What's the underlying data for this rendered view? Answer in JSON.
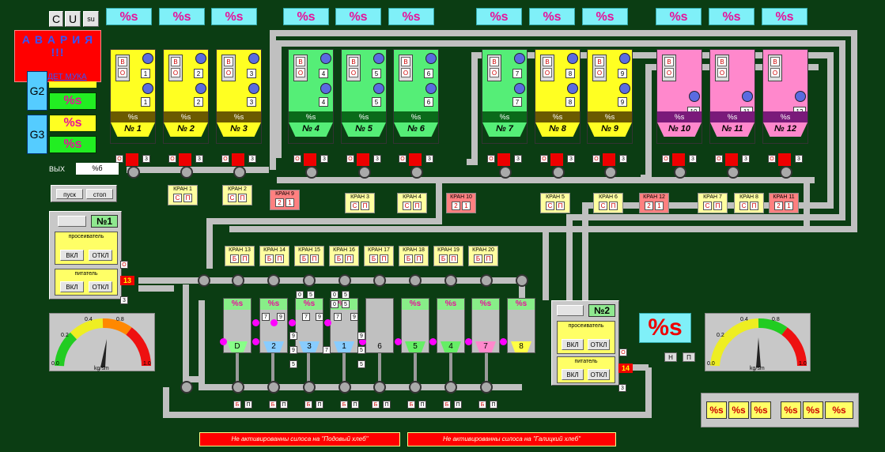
{
  "header": {
    "c_label": "C",
    "u_label": "U",
    "su_label": "su"
  },
  "pct_label": "%s",
  "alarm": {
    "title": "А В А Р И Я !!!",
    "message": "НЕ ИДЕТ МУКА"
  },
  "groups": {
    "g2": "G2",
    "g3": "G3"
  },
  "exit": {
    "label": "ВЫХ",
    "value": "%б"
  },
  "start_stop": {
    "start": "пуск",
    "stop": "стоп"
  },
  "silos": [
    {
      "label": "№ 1",
      "pct": "%s",
      "nums": [
        "1",
        "1"
      ],
      "color": "yellow"
    },
    {
      "label": "№ 2",
      "pct": "%s",
      "nums": [
        "2",
        "2"
      ],
      "color": "yellow"
    },
    {
      "label": "№ 3",
      "pct": "%s",
      "nums": [
        "3",
        "3"
      ],
      "color": "yellow"
    },
    {
      "label": "№ 4",
      "pct": "%s",
      "nums": [
        "4",
        "4"
      ],
      "color": "green"
    },
    {
      "label": "№ 5",
      "pct": "%s",
      "nums": [
        "5",
        "5"
      ],
      "color": "green"
    },
    {
      "label": "№ 6",
      "pct": "%s",
      "nums": [
        "6",
        "6"
      ],
      "color": "green"
    },
    {
      "label": "№ 7",
      "pct": "%s",
      "nums": [
        "7",
        "7"
      ],
      "color": "green"
    },
    {
      "label": "№ 8",
      "pct": "%s",
      "nums": [
        "8",
        "8"
      ],
      "color": "yellow"
    },
    {
      "label": "№ 9",
      "pct": "%s",
      "nums": [
        "9",
        "9"
      ],
      "color": "yellow"
    },
    {
      "label": "№ 10",
      "pct": "%s",
      "nums": [
        "10"
      ],
      "color": "pink"
    },
    {
      "label": "№ 11",
      "pct": "%s",
      "nums": [
        "11"
      ],
      "color": "pink"
    },
    {
      "label": "№ 12",
      "pct": "%s",
      "nums": [
        "12"
      ],
      "color": "pink"
    }
  ],
  "switch": {
    "b": "В",
    "o": "О"
  },
  "krans_top": [
    {
      "label": "КРАН 1",
      "b1": "С",
      "b2": "П"
    },
    {
      "label": "КРАН 2",
      "b1": "С",
      "b2": "П"
    },
    {
      "label": "КРАН 9",
      "b1": "2",
      "b2": "1"
    },
    {
      "label": "КРАН 3",
      "b1": "С",
      "b2": "П"
    },
    {
      "label": "КРАН 4",
      "b1": "С",
      "b2": "П"
    },
    {
      "label": "КРАН 10",
      "b1": "2",
      "b2": "1"
    },
    {
      "label": "КРАН 5",
      "b1": "С",
      "b2": "П"
    },
    {
      "label": "КРАН 6",
      "b1": "С",
      "b2": "П"
    },
    {
      "label": "КРАН 12",
      "b1": "2",
      "b2": "1"
    },
    {
      "label": "КРАН 7",
      "b1": "С",
      "b2": "П"
    },
    {
      "label": "КРАН 8",
      "b1": "С",
      "b2": "П"
    },
    {
      "label": "КРАН 11",
      "b1": "2",
      "b2": "1"
    }
  ],
  "krans_mid": [
    "КРАН 13",
    "КРАН 14",
    "КРАН 15",
    "КРАН 16",
    "КРАН 17",
    "КРАН 18",
    "КРАН 19",
    "КРАН 20"
  ],
  "kran_buttons": {
    "b": "Б",
    "p": "П"
  },
  "line1": {
    "title": "№1",
    "sifter": "просеиватель",
    "feeder": "питатель",
    "on": "ВКЛ",
    "off": "ОТКЛ",
    "motor": "13",
    "o": "О",
    "three": "3"
  },
  "line2": {
    "title": "№2",
    "sifter": "просеиватель",
    "feeder": "питатель",
    "on": "ВКЛ",
    "off": "ОТКЛ",
    "motor": "14",
    "o": "О",
    "three": "3"
  },
  "big_pct": "%s",
  "hp": {
    "h": "Н",
    "p": "П"
  },
  "gauge1": {
    "unit": "kg/sm",
    "ticks": [
      "0.0",
      "0.2",
      "0.4",
      "0.8",
      "1.0"
    ]
  },
  "gauge2": {
    "unit": "kg/sm",
    "ticks": [
      "0.0",
      "0.2",
      "0.4",
      "0.8",
      "1.0"
    ]
  },
  "lower_silos": [
    {
      "pct": "%s",
      "label": "D"
    },
    {
      "pct": "%s",
      "label": "2"
    },
    {
      "pct": "%s",
      "label": "3"
    },
    {
      "pct": "%s",
      "label": "1"
    },
    {
      "pct": "",
      "label": "6"
    },
    {
      "pct": "%s",
      "label": "5"
    },
    {
      "pct": "%s",
      "label": "4"
    },
    {
      "pct": "%s",
      "label": "7"
    },
    {
      "pct": "%s",
      "label": "8"
    }
  ],
  "lower_nums": [
    "7",
    "9",
    "7",
    "9",
    "7",
    "9",
    "9",
    "9",
    "7",
    "9",
    "5",
    "5",
    "5",
    "0",
    "5",
    "0",
    "5",
    "0",
    "5"
  ],
  "status": {
    "podovy": "Не активированны силоса на \"Подовый хлеб\"",
    "galitsky": "Не активированны силоса на \"Галицкий хлеб\""
  },
  "colors": {
    "bg": "#0b3d13",
    "yellow": "#ffff22",
    "green": "#55ee77",
    "pink": "#ff88cc",
    "cyan": "#7ff0f8"
  }
}
